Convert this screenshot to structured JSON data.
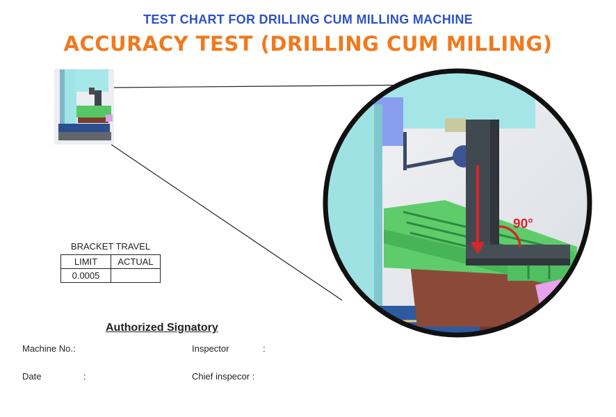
{
  "header": {
    "title": "TEST CHART FOR DRILLING CUM MILLING MACHINE",
    "subtitle": "ACCURACY TEST (DRILLING CUM MILLING)"
  },
  "colors": {
    "title": "#2d52c8",
    "subtitle": "#f07a1e",
    "arrow": "#d8262a"
  },
  "illustration": {
    "angle_label": "90°"
  },
  "bracket_travel": {
    "caption": "BRACKET TRAVEL",
    "headers": [
      "LIMIT",
      "ACTUAL"
    ],
    "rows": [
      [
        "0.0005",
        ""
      ]
    ]
  },
  "signatory": {
    "heading": "Authorized Signatory",
    "machine_no": "Machine No.:",
    "inspector": "Inspector",
    "inspector_colon": ":",
    "date": "Date",
    "date_colon": ":",
    "chief_inspector": "Chief inspecor :"
  }
}
